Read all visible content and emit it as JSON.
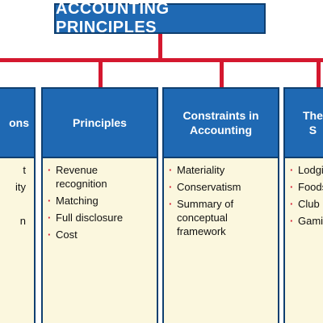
{
  "title": "ACCOUNTING PRINCIPLES",
  "colors": {
    "header_blue": "#1f69b3",
    "border_navy": "#0f3f70",
    "connector_red": "#d4182f",
    "body_cream": "#fbf7de"
  },
  "columns": [
    {
      "heading": "ons",
      "items": [
        "t",
        "ity",
        "",
        "n"
      ]
    },
    {
      "heading": "Principles",
      "items": [
        "Revenue\nrecognition",
        "Matching",
        "Full disclosure",
        "Cost"
      ]
    },
    {
      "heading": "Constraints in\nAccounting",
      "items": [
        "Materiality",
        "Conservatism",
        "Summary of\nconceptual\nframework"
      ]
    },
    {
      "heading": "The\nS",
      "items": [
        "Lodgi",
        "Foods",
        "Club",
        "Gami"
      ]
    }
  ]
}
